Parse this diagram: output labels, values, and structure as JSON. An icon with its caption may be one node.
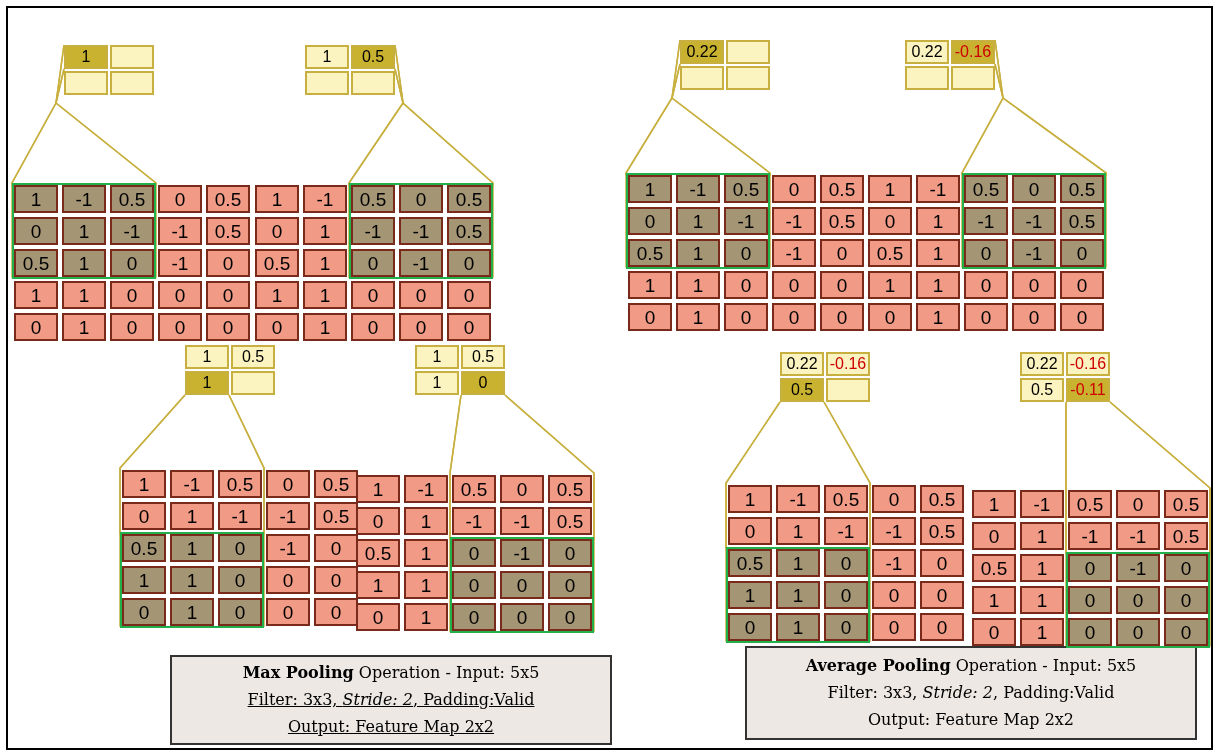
{
  "diagram": {
    "nodes": [
      {
        "text": [
          "1"
        ]
      },
      {
        "text": [],
        "shape": "box"
      },
      {
        "text": [],
        "shape": "box"
      },
      {
        "text": [],
        "shape": "box"
      },
      {
        "text": [
          "1"
        ]
      },
      {
        "text": [
          "-1"
        ]
      },
      {
        "text": [
          "0.5"
        ]
      },
      {
        "text": [
          "0"
        ]
      },
      {
        "text": [
          "0.5"
        ]
      },
      {
        "text": [
          "0"
        ]
      },
      {
        "text": [
          "1"
        ]
      },
      {
        "text": [
          "-1"
        ]
      },
      {
        "text": [
          "-1"
        ]
      },
      {
        "text": [
          "0.5"
        ]
      },
      {
        "text": [
          "0.5"
        ]
      },
      {
        "text": [
          "1"
        ]
      },
      {
        "text": [
          "0"
        ]
      },
      {
        "text": [
          "-1"
        ]
      },
      {
        "text": [
          "0"
        ]
      },
      {
        "text": [
          "1"
        ]
      },
      {
        "text": [
          "1"
        ]
      },
      {
        "text": [
          "0"
        ]
      },
      {
        "text": [
          "0"
        ]
      },
      {
        "text": [
          "0"
        ]
      },
      {
        "text": [
          "0"
        ]
      },
      {
        "text": [
          "1"
        ]
      },
      {
        "text": [
          "0"
        ]
      },
      {
        "text": [
          "0"
        ]
      },
      {
        "text": [
          "0"
        ]
      },
      {
        "text": [
          "1"
        ]
      },
      {
        "text": [
          "0.5"
        ]
      },
      {
        "text": [],
        "shape": "box"
      },
      {
        "text": [],
        "shape": "box"
      },
      {
        "text": [
          "1"
        ]
      },
      {
        "text": [
          "-1"
        ]
      },
      {
        "text": [
          "0.5"
        ]
      },
      {
        "text": [
          "0"
        ]
      },
      {
        "text": [
          "0.5"
        ]
      },
      {
        "text": [
          "0"
        ]
      },
      {
        "text": [
          "1"
        ]
      },
      {
        "text": [
          "-1"
        ]
      },
      {
        "text": [
          "-1"
        ]
      },
      {
        "text": [
          "0.5"
        ]
      },
      {
        "text": [
          "0.5"
        ]
      },
      {
        "text": [
          "1"
        ]
      },
      {
        "text": [
          "0"
        ]
      },
      {
        "text": [
          "-1"
        ]
      },
      {
        "text": [
          "0"
        ]
      },
      {
        "text": [
          "1"
        ]
      },
      {
        "text": [
          "1"
        ]
      },
      {
        "text": [
          "0"
        ]
      },
      {
        "text": [
          "0"
        ]
      },
      {
        "text": [
          "0"
        ]
      },
      {
        "text": [
          "0"
        ]
      },
      {
        "text": [
          "1"
        ]
      },
      {
        "text": [
          "0"
        ]
      },
      {
        "text": [
          "0"
        ]
      },
      {
        "text": [
          "0"
        ]
      },
      {
        "text": [
          "0.22"
        ]
      },
      {
        "text": [],
        "shape": "box"
      },
      {
        "text": [],
        "shape": "box"
      },
      {
        "text": [],
        "shape": "box"
      },
      {
        "text": [
          "1"
        ]
      },
      {
        "text": [
          "-1"
        ]
      },
      {
        "text": [
          "0.5"
        ]
      },
      {
        "text": [
          "0"
        ]
      },
      {
        "text": [
          "0.5"
        ]
      },
      {
        "text": [
          "0"
        ]
      },
      {
        "text": [
          "1"
        ]
      },
      {
        "text": [
          "-1"
        ]
      },
      {
        "text": [
          "-1"
        ]
      },
      {
        "text": [
          "0.5"
        ]
      },
      {
        "text": [
          "0.5"
        ]
      },
      {
        "text": [
          "1"
        ]
      },
      {
        "text": [
          "0"
        ]
      },
      {
        "text": [
          "-1"
        ]
      },
      {
        "text": [
          "0"
        ]
      },
      {
        "text": [
          "1"
        ]
      },
      {
        "text": [
          "1"
        ]
      },
      {
        "text": [
          "0"
        ]
      },
      {
        "text": [
          "0"
        ]
      },
      {
        "text": [
          "0"
        ]
      },
      {
        "text": [
          "0"
        ]
      },
      {
        "text": [
          "1"
        ]
      },
      {
        "text": [
          "0"
        ]
      },
      {
        "text": [
          "0"
        ]
      },
      {
        "text": [
          "0"
        ]
      },
      {
        "text": [
          "0.22"
        ]
      },
      {
        "text": [
          "-0.16"
        ]
      },
      {
        "text": [],
        "shape": "box"
      },
      {
        "text": [],
        "shape": "box"
      },
      {
        "text": [
          "1"
        ]
      },
      {
        "text": [
          "-1"
        ]
      },
      {
        "text": [
          "0.5"
        ]
      },
      {
        "text": [
          "0"
        ]
      },
      {
        "text": [
          "0.5"
        ]
      },
      {
        "text": [
          "0"
        ]
      },
      {
        "text": [
          "1"
        ]
      },
      {
        "text": [
          "-1"
        ]
      },
      {
        "text": [
          "-1"
        ]
      },
      {
        "text": [
          "0.5"
        ]
      },
      {
        "text": [
          "0.5"
        ]
      },
      {
        "text": [
          "1"
        ]
      },
      {
        "text": [
          "0"
        ]
      },
      {
        "text": [
          "-1"
        ]
      },
      {
        "text": [
          "0"
        ]
      },
      {
        "text": [
          "1"
        ]
      },
      {
        "text": [
          "1"
        ]
      },
      {
        "text": [
          "0"
        ]
      },
      {
        "text": [
          "0"
        ]
      },
      {
        "text": [
          "0"
        ]
      },
      {
        "text": [
          "0"
        ]
      },
      {
        "text": [
          "1"
        ]
      },
      {
        "text": [
          "0"
        ]
      },
      {
        "text": [
          "0"
        ]
      },
      {
        "text": [
          "0"
        ]
      },
      {
        "text": [
          "1"
        ]
      },
      {
        "text": [
          "0.5"
        ]
      },
      {
        "text": [
          "1"
        ]
      },
      {
        "text": [],
        "shape": "box"
      },
      {
        "text": [
          "1"
        ]
      },
      {
        "text": [
          "-1"
        ]
      },
      {
        "text": [
          "0.5"
        ]
      },
      {
        "text": [
          "0"
        ]
      },
      {
        "text": [
          "0.5"
        ]
      },
      {
        "text": [
          "0"
        ]
      },
      {
        "text": [
          "1"
        ]
      },
      {
        "text": [
          "-1"
        ]
      },
      {
        "text": [
          "-1"
        ]
      },
      {
        "text": [
          "0.5"
        ]
      },
      {
        "text": [
          "0.5"
        ]
      },
      {
        "text": [
          "1"
        ]
      },
      {
        "text": [
          "0"
        ]
      },
      {
        "text": [
          "-1"
        ]
      },
      {
        "text": [
          "0"
        ]
      },
      {
        "text": [
          "1"
        ]
      },
      {
        "text": [
          "1"
        ]
      },
      {
        "text": [
          "0"
        ]
      },
      {
        "text": [
          "0"
        ]
      },
      {
        "text": [
          "0"
        ]
      },
      {
        "text": [
          "0"
        ]
      },
      {
        "text": [
          "1"
        ]
      },
      {
        "text": [
          "0"
        ]
      },
      {
        "text": [
          "0"
        ]
      },
      {
        "text": [
          "0"
        ]
      },
      {
        "text": [
          "1"
        ]
      },
      {
        "text": [
          "0.5"
        ]
      },
      {
        "text": [
          "1"
        ]
      },
      {
        "text": [
          "0"
        ]
      },
      {
        "text": [
          "1"
        ]
      },
      {
        "text": [
          "-1"
        ]
      },
      {
        "text": [
          "0.5"
        ]
      },
      {
        "text": [
          "0"
        ]
      },
      {
        "text": [
          "0.5"
        ]
      },
      {
        "text": [
          "0"
        ]
      },
      {
        "text": [
          "1"
        ]
      },
      {
        "text": [
          "-1"
        ]
      },
      {
        "text": [
          "-1"
        ]
      },
      {
        "text": [
          "0.5"
        ]
      },
      {
        "text": [
          "0.5"
        ]
      },
      {
        "text": [
          "1"
        ]
      },
      {
        "text": [
          "0"
        ]
      },
      {
        "text": [
          "-1"
        ]
      },
      {
        "text": [
          "0"
        ]
      },
      {
        "text": [
          "1"
        ]
      },
      {
        "text": [
          "1"
        ]
      },
      {
        "text": [
          "0"
        ]
      },
      {
        "text": [
          "0"
        ]
      },
      {
        "text": [
          "0"
        ]
      },
      {
        "text": [
          "0"
        ]
      },
      {
        "text": [
          "1"
        ]
      },
      {
        "text": [
          "0"
        ]
      },
      {
        "text": [
          "0"
        ]
      },
      {
        "text": [
          "0"
        ]
      },
      {
        "text": [
          "0.22"
        ]
      },
      {
        "text": [
          "-0.16"
        ]
      },
      {
        "text": [
          "0.5"
        ]
      },
      {
        "text": [],
        "shape": "box"
      },
      {
        "text": [
          "1"
        ]
      },
      {
        "text": [
          "-1"
        ]
      },
      {
        "text": [
          "0.5"
        ]
      },
      {
        "text": [
          "0"
        ]
      },
      {
        "text": [
          "0.5"
        ]
      },
      {
        "text": [
          "0"
        ]
      },
      {
        "text": [
          "1"
        ]
      },
      {
        "text": [
          "-1"
        ]
      },
      {
        "text": [
          "-1"
        ]
      },
      {
        "text": [
          "0.5"
        ]
      },
      {
        "text": [
          "0.5"
        ]
      },
      {
        "text": [
          "1"
        ]
      },
      {
        "text": [
          "0"
        ]
      },
      {
        "text": [
          "-1"
        ]
      },
      {
        "text": [
          "0"
        ]
      },
      {
        "text": [
          "1"
        ]
      },
      {
        "text": [
          "1"
        ]
      },
      {
        "text": [
          "0"
        ]
      },
      {
        "text": [
          "0"
        ]
      },
      {
        "text": [
          "0"
        ]
      },
      {
        "text": [
          "0"
        ]
      },
      {
        "text": [
          "1"
        ]
      },
      {
        "text": [
          "0"
        ]
      },
      {
        "text": [
          "0"
        ]
      },
      {
        "text": [
          "0"
        ]
      },
      {
        "text": [
          "0.22"
        ]
      },
      {
        "text": [
          "-0.16"
        ]
      },
      {
        "text": [
          "0.5"
        ]
      },
      {
        "text": [
          "-0.11"
        ]
      },
      {
        "text": [
          "1"
        ]
      },
      {
        "text": [
          "-1"
        ]
      },
      {
        "text": [
          "0.5"
        ]
      },
      {
        "text": [
          "0"
        ]
      },
      {
        "text": [
          "0.5"
        ]
      },
      {
        "text": [
          "0"
        ]
      },
      {
        "text": [
          "1"
        ]
      },
      {
        "text": [
          "-1"
        ]
      },
      {
        "text": [
          "-1"
        ]
      },
      {
        "text": [
          "0.5"
        ]
      },
      {
        "text": [
          "0.5"
        ]
      },
      {
        "text": [
          "1"
        ]
      },
      {
        "text": [
          "0"
        ]
      },
      {
        "text": [
          "-1"
        ]
      },
      {
        "text": [
          "0"
        ]
      },
      {
        "text": [
          "1"
        ]
      },
      {
        "text": [
          "1"
        ]
      },
      {
        "text": [
          "0"
        ]
      },
      {
        "text": [
          "0"
        ]
      },
      {
        "text": [
          "0"
        ]
      },
      {
        "text": [
          "0"
        ]
      },
      {
        "text": [
          "1"
        ]
      },
      {
        "text": [
          "0"
        ]
      },
      {
        "text": [
          "0"
        ]
      },
      {
        "text": [
          "0"
        ]
      },
      {
        "text": [
          "**Max Pooling** Operation - Input: 5x5",
          "Filter: 3x3, *Stride: 2*, Padding:Valid",
          "Output: Feature Map 2x2"
        ]
      },
      {
        "text": [
          "**Average Pooling** Operation - Input: 5x5",
          "Filter: 3x3, *Stride: 2*, Padding:Valid",
          "Output: Feature Map 2x2"
        ]
      }
    ],
    "edges": [
      {
        "from": 4,
        "to": 0,
        "arrow": "none"
      },
      {
        "from": 6,
        "to": 0,
        "arrow": "none"
      },
      {
        "from": 14,
        "to": 0,
        "arrow": "none"
      },
      {
        "from": 16,
        "to": 0,
        "arrow": "none"
      },
      {
        "from": 35,
        "to": 30,
        "arrow": "none"
      },
      {
        "from": 37,
        "to": 30,
        "arrow": "none"
      },
      {
        "from": 45,
        "to": 30,
        "arrow": "none"
      },
      {
        "from": 47,
        "to": 30,
        "arrow": "none"
      },
      {
        "from": 62,
        "to": 58,
        "arrow": "none"
      },
      {
        "from": 64,
        "to": 58,
        "arrow": "none"
      },
      {
        "from": 72,
        "to": 58,
        "arrow": "none"
      },
      {
        "from": 74,
        "to": 58,
        "arrow": "none"
      },
      {
        "from": 93,
        "to": 88,
        "arrow": "none"
      },
      {
        "from": 95,
        "to": 88,
        "arrow": "none"
      },
      {
        "from": 103,
        "to": 88,
        "arrow": "none"
      },
      {
        "from": 105,
        "to": 88,
        "arrow": "none"
      },
      {
        "from": 130,
        "to": 118,
        "arrow": "none"
      },
      {
        "from": 132,
        "to": 118,
        "arrow": "none"
      },
      {
        "from": 140,
        "to": 118,
        "arrow": "none"
      },
      {
        "from": 142,
        "to": 118,
        "arrow": "none"
      },
      {
        "from": 161,
        "to": 148,
        "arrow": "none"
      },
      {
        "from": 163,
        "to": 148,
        "arrow": "none"
      },
      {
        "from": 171,
        "to": 148,
        "arrow": "none"
      },
      {
        "from": 173,
        "to": 148,
        "arrow": "none"
      },
      {
        "from": 188,
        "to": 176,
        "arrow": "none"
      },
      {
        "from": 190,
        "to": 176,
        "arrow": "none"
      },
      {
        "from": 198,
        "to": 176,
        "arrow": "none"
      },
      {
        "from": 200,
        "to": 176,
        "arrow": "none"
      },
      {
        "from": 219,
        "to": 206,
        "arrow": "none"
      },
      {
        "from": 221,
        "to": 206,
        "arrow": "none"
      },
      {
        "from": 229,
        "to": 206,
        "arrow": "none"
      },
      {
        "from": 231,
        "to": 206,
        "arrow": "none"
      }
    ]
  }
}
